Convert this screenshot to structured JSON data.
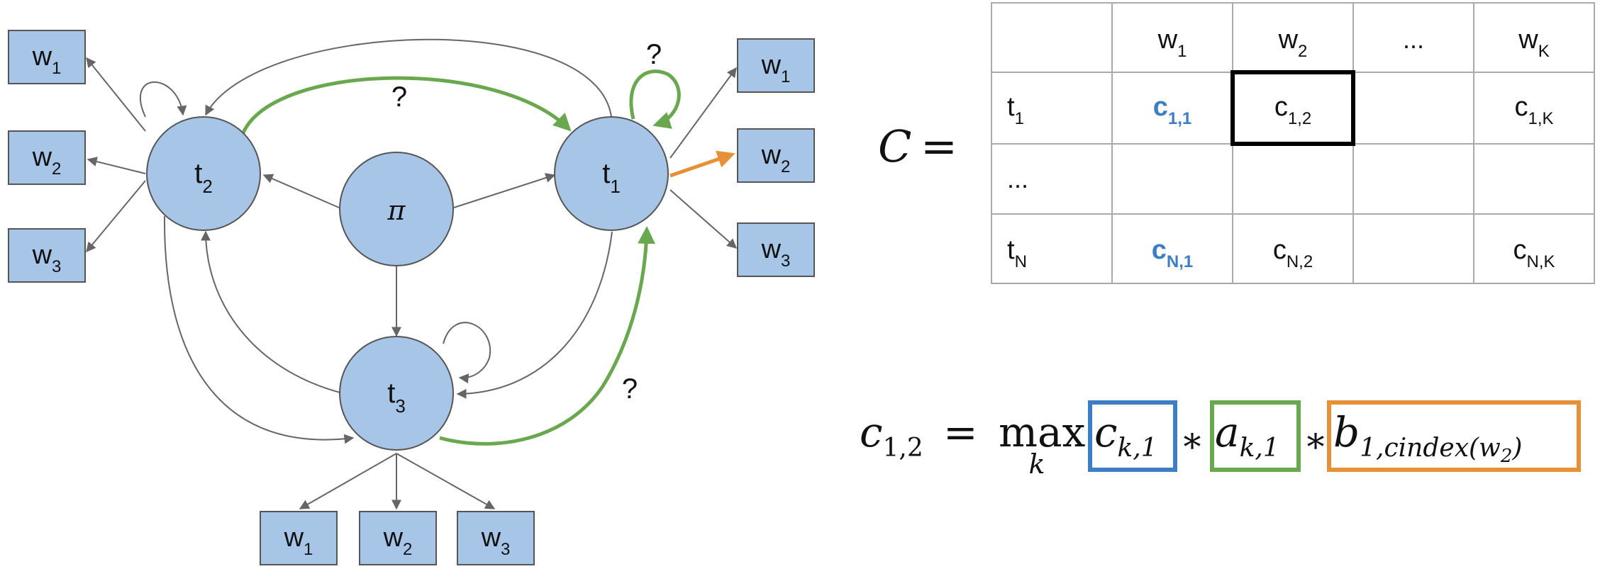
{
  "graph": {
    "states": {
      "pi": "π",
      "t1": {
        "base": "t",
        "sub": "1"
      },
      "t2": {
        "base": "t",
        "sub": "2"
      },
      "t3": {
        "base": "t",
        "sub": "3"
      }
    },
    "emissions": {
      "left": [
        {
          "base": "w",
          "sub": "1"
        },
        {
          "base": "w",
          "sub": "2"
        },
        {
          "base": "w",
          "sub": "3"
        }
      ],
      "right": [
        {
          "base": "w",
          "sub": "1"
        },
        {
          "base": "w",
          "sub": "2"
        },
        {
          "base": "w",
          "sub": "3"
        }
      ],
      "bottom": [
        {
          "base": "w",
          "sub": "1"
        },
        {
          "base": "w",
          "sub": "2"
        },
        {
          "base": "w",
          "sub": "3"
        }
      ]
    },
    "question_mark": "?",
    "colors": {
      "node_fill": "#a7c6e7",
      "node_stroke": "#555555",
      "edge": "#666666",
      "green": "#6aa84f",
      "orange": "#e69138",
      "blue": "#3d7dc4"
    }
  },
  "matrix": {
    "symbol": "C",
    "equals": "=",
    "header": [
      "",
      {
        "base": "w",
        "sub": "1"
      },
      {
        "base": "w",
        "sub": "2"
      },
      "...",
      {
        "base": "w",
        "sub": "K"
      }
    ],
    "rows": [
      [
        {
          "base": "t",
          "sub": "1"
        },
        {
          "base": "c",
          "sub": "1,1",
          "highlight": "blue"
        },
        {
          "base": "c",
          "sub": "1,2",
          "boxed": true
        },
        "",
        {
          "base": "c",
          "sub": "1,K"
        }
      ],
      [
        "...",
        "",
        "",
        "",
        ""
      ],
      [
        {
          "base": "t",
          "sub": "N"
        },
        {
          "base": "c",
          "sub": "N,1",
          "highlight": "blue"
        },
        {
          "base": "c",
          "sub": "N,2"
        },
        "",
        {
          "base": "c",
          "sub": "N,K"
        }
      ]
    ]
  },
  "formula": {
    "lhs_base": "c",
    "lhs_sub": "1,2",
    "equals": "=",
    "op": "max",
    "op_sub": "k",
    "times": "∗",
    "term1": {
      "base": "c",
      "sub": "k,1",
      "box_color": "#3d7dc4"
    },
    "term2": {
      "base": "a",
      "sub": "k,1",
      "box_color": "#6aa84f"
    },
    "term3": {
      "base": "b",
      "sub": "1,cindex(w",
      "sub_inner": "2",
      "sub_close": ")",
      "box_color": "#e69138"
    }
  }
}
